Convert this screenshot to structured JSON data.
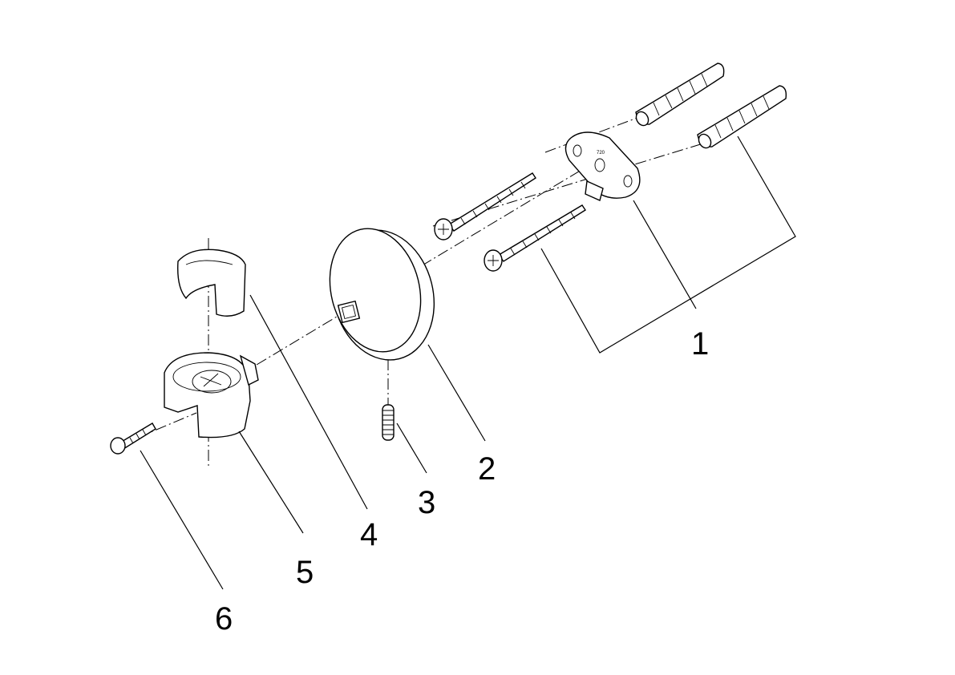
{
  "callouts": [
    {
      "id": "1",
      "text": "1"
    },
    {
      "id": "2",
      "text": "2"
    },
    {
      "id": "3",
      "text": "3"
    },
    {
      "id": "4",
      "text": "4"
    },
    {
      "id": "5",
      "text": "5"
    },
    {
      "id": "6",
      "text": "6"
    }
  ],
  "plate_marking": "720"
}
